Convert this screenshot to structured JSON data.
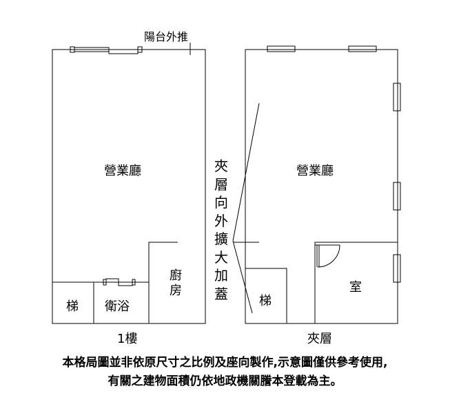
{
  "floor_plan": {
    "ground_floor": {
      "floor_label": "1樓",
      "balcony_label": "陽台外推",
      "rooms": {
        "hall": "營業廳",
        "stairs": "梯",
        "bathroom": "衛浴",
        "kitchen": "廚房"
      }
    },
    "mezzanine": {
      "floor_label": "夾層",
      "rooms": {
        "hall": "營業廳",
        "stairs": "梯",
        "room": "室"
      }
    },
    "expansion_note": [
      "夾",
      "層",
      "向",
      "外",
      "擴",
      "大",
      "加",
      "蓋"
    ],
    "disclaimer": {
      "line1": "本格局圖並非依原尺寸之比例及座向製作,示意圖僅供參考使用,",
      "line2": "有關之建物面積仍依地政機關謄本登載為主。"
    }
  }
}
